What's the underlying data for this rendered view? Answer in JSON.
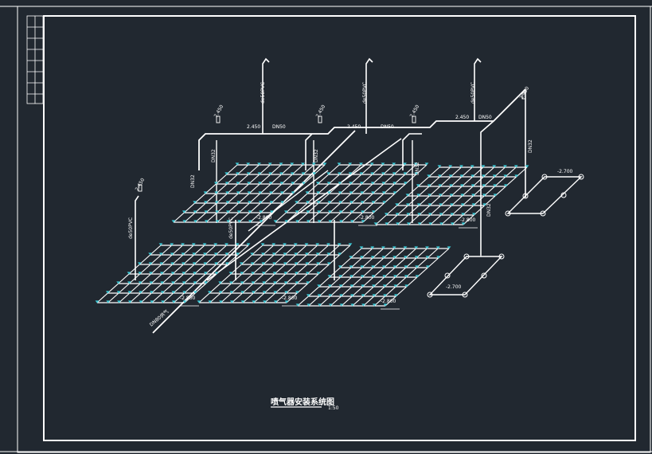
{
  "colors": {
    "background": "#212830",
    "pipe": "#ffffff",
    "sprinkler": "#3ec9d6",
    "frame": "#ffffff"
  },
  "title": {
    "text": "喷气器安装系统图",
    "scale": "1:50"
  },
  "elevations": {
    "top_1": "2.450",
    "top_2": "2.450",
    "top_3": "2.450",
    "top_4": "2.450",
    "riser_a": "2.450",
    "riser_b": "2.450",
    "riser_c": "2.450",
    "riser_d": "2.450",
    "left_riser": "2.450",
    "grid_1": "-2.800",
    "grid_2": "-2.800",
    "grid_3": "-2.800",
    "grid_4": "-2.800",
    "grid_5": "-2.800",
    "grid_6": "-2.800",
    "tray_top": "-2.700",
    "tray_bottom": "-2.700"
  },
  "pipe_labels": {
    "dn_1": "DN50",
    "dn_2": "DN50",
    "dn_3": "DN50",
    "pvc_1": "de50PVC",
    "pvc_2": "de50PVC",
    "pvc_3": "de50PVC",
    "pvc_left": "de50PVC",
    "pvc_mid": "de50PVC",
    "v_1": "DN32",
    "v_2": "DN32",
    "v_3": "DN32",
    "v_4": "DN32",
    "v_5": "DN32",
    "v_6": "DN32",
    "supply": "DN80供气"
  }
}
